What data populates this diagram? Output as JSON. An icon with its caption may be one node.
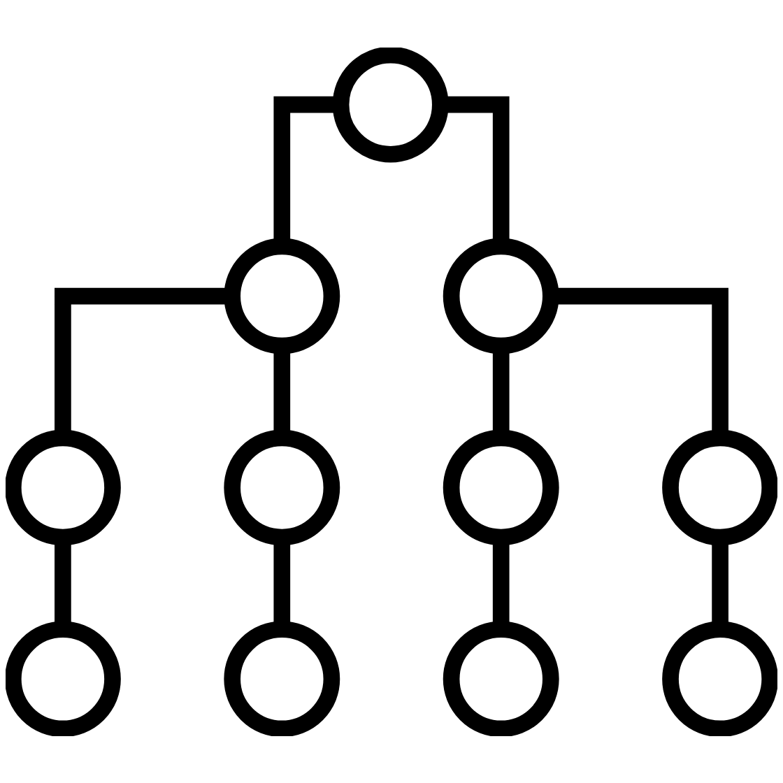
{
  "diagram": {
    "nodes": [
      {
        "text": [],
        "shape": "circle"
      },
      {
        "text": [],
        "shape": "circle"
      },
      {
        "text": [],
        "shape": "circle"
      },
      {
        "text": [],
        "shape": "circle"
      },
      {
        "text": [],
        "shape": "circle"
      },
      {
        "text": [],
        "shape": "circle"
      },
      {
        "text": [],
        "shape": "circle"
      },
      {
        "text": [],
        "shape": "circle"
      },
      {
        "text": [],
        "shape": "circle"
      },
      {
        "text": [],
        "shape": "circle"
      },
      {
        "text": [],
        "shape": "circle"
      }
    ],
    "edges": [
      {
        "from": 0,
        "to": 1,
        "arrow": "none"
      },
      {
        "from": 0,
        "to": 2,
        "arrow": "none"
      },
      {
        "from": 1,
        "to": 3,
        "arrow": "none"
      },
      {
        "from": 1,
        "to": 4,
        "arrow": "none"
      },
      {
        "from": 2,
        "to": 5,
        "arrow": "none"
      },
      {
        "from": 2,
        "to": 6,
        "arrow": "none"
      },
      {
        "from": 3,
        "to": 7,
        "arrow": "none"
      },
      {
        "from": 4,
        "to": 8,
        "arrow": "none"
      },
      {
        "from": 5,
        "to": 9,
        "arrow": "none"
      },
      {
        "from": 6,
        "to": 10,
        "arrow": "none"
      }
    ]
  }
}
